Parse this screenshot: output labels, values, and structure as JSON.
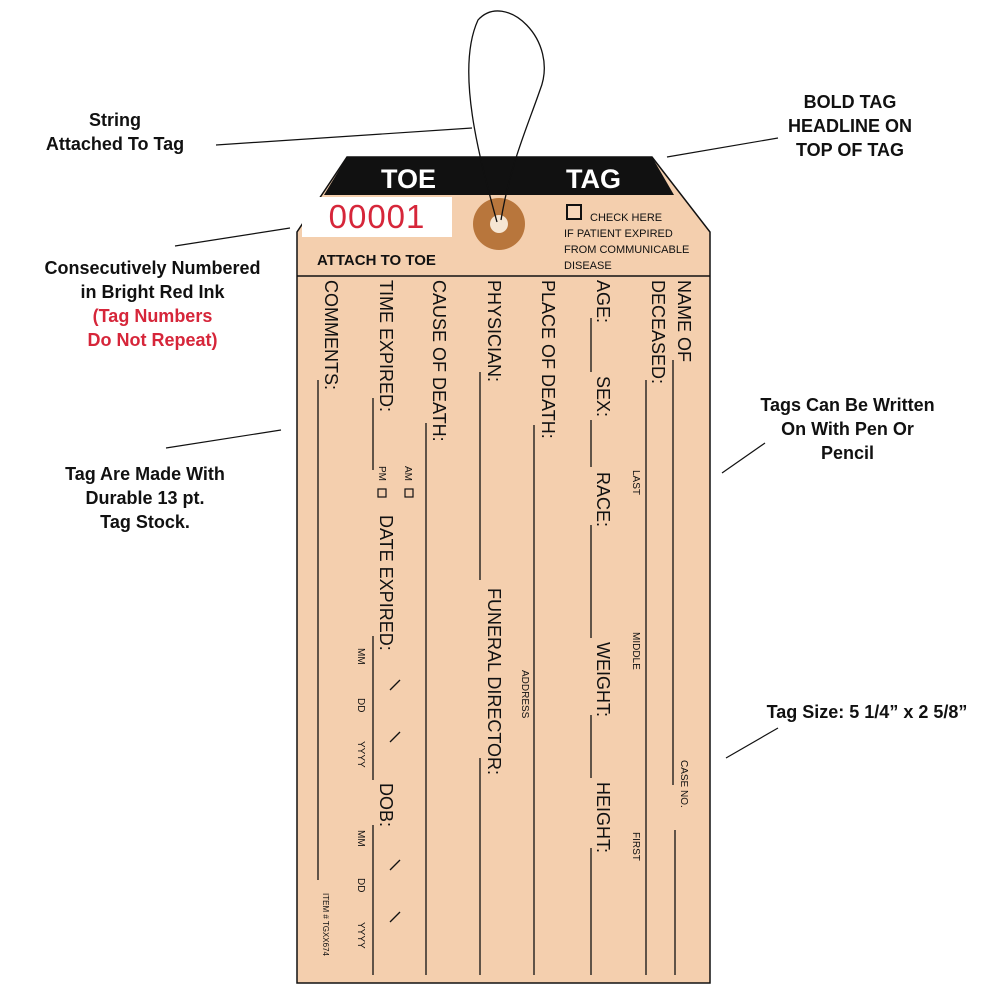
{
  "callouts": {
    "string": [
      "String",
      "Attached To Tag"
    ],
    "headline": [
      "BOLD TAG",
      "HEADLINE ON",
      "TOP OF TAG"
    ],
    "number": [
      "Consecutively Numbered",
      "in Bright Red Ink"
    ],
    "number_note": [
      "(Tag Numbers",
      "Do Not Repeat)"
    ],
    "stock": [
      "Tag Are Made With",
      "Durable 13 pt.",
      "Tag Stock."
    ],
    "writable": [
      "Tags Can Be Written",
      "On With Pen Or",
      "Pencil"
    ],
    "size": "Tag Size: 5 1/4” x 2 5/8”"
  },
  "tag": {
    "band_left": "TOE",
    "band_right": "TAG",
    "serial": "00001",
    "attach": "ATTACH TO TOE",
    "check_label": "CHECK HERE",
    "check_text": [
      "IF PATIENT EXPIRED",
      "FROM COMMUNICABLE",
      "DISEASE"
    ],
    "fields": {
      "name": "NAME OF",
      "deceased": "DECEASED:",
      "last": "LAST",
      "middle": "MIDDLE",
      "first": "FIRST",
      "case_no": "CASE NO.",
      "age": "AGE:",
      "sex": "SEX:",
      "race": "RACE:",
      "weight": "WEIGHT:",
      "height": "HEIGHT:",
      "place": "PLACE OF DEATH:",
      "address": "ADDRESS",
      "physician": "PHYSICIAN:",
      "funeral": "FUNERAL DIRECTOR:",
      "cause": "CAUSE OF DEATH:",
      "time": "TIME EXPIRED:",
      "am": "AM",
      "pm": "PM",
      "date": "DATE EXPIRED:",
      "mm": "MM",
      "dd": "DD",
      "yyyy": "YYYY",
      "dob": "DOB:",
      "comments": "COMMENTS:",
      "item": "ITEM # TGXX674"
    }
  },
  "colors": {
    "tag_fill": "#f4cfae",
    "band": "#111111",
    "serial_red": "#d6263a",
    "eyelet": "#b8763c",
    "note_red": "#d6263a"
  }
}
